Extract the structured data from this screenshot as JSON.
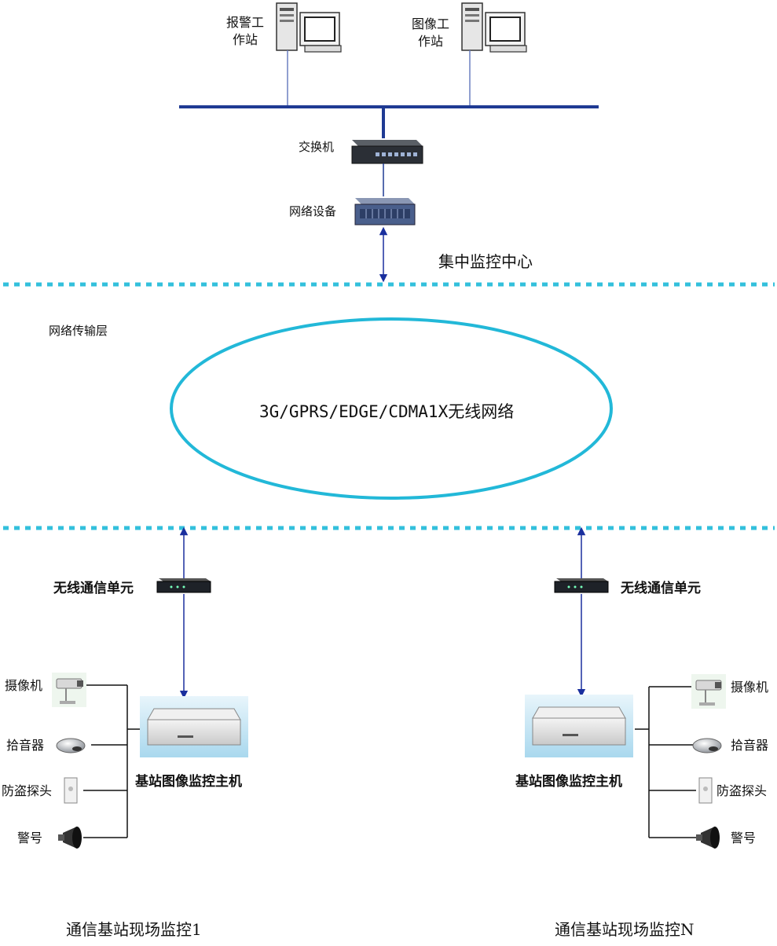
{
  "workstations": {
    "alarm": {
      "line1": "报警工",
      "line2": "作站"
    },
    "image": {
      "line1": "图像工",
      "line2": "作站"
    }
  },
  "center": {
    "switch_label": "交换机",
    "network_device_label": "网络设备",
    "center_label": "集中监控中心"
  },
  "transport": {
    "layer_label": "网络传输层",
    "network_label": "3G/GPRS/EDGE/CDMA1X无线网络"
  },
  "site_left": {
    "wireless_unit_label": "无线通信单元",
    "host_label": "基站图像监控主机",
    "devices": [
      "摄像机",
      "拾音器",
      "防盗探头",
      "警号"
    ],
    "site_label": "通信基站现场监控1"
  },
  "site_right": {
    "wireless_unit_label": "无线通信单元",
    "host_label": "基站图像监控主机",
    "devices": [
      "摄像机",
      "拾音器",
      "防盗探头",
      "警号"
    ],
    "site_label": "通信基站现场监控N"
  },
  "colors": {
    "bus_line": "#1f3a93",
    "dotted_line": "#33c0dc",
    "ellipse": "#22b8d8",
    "arrow": "#1a2f9e",
    "host_bg": "#cfe9f5"
  }
}
